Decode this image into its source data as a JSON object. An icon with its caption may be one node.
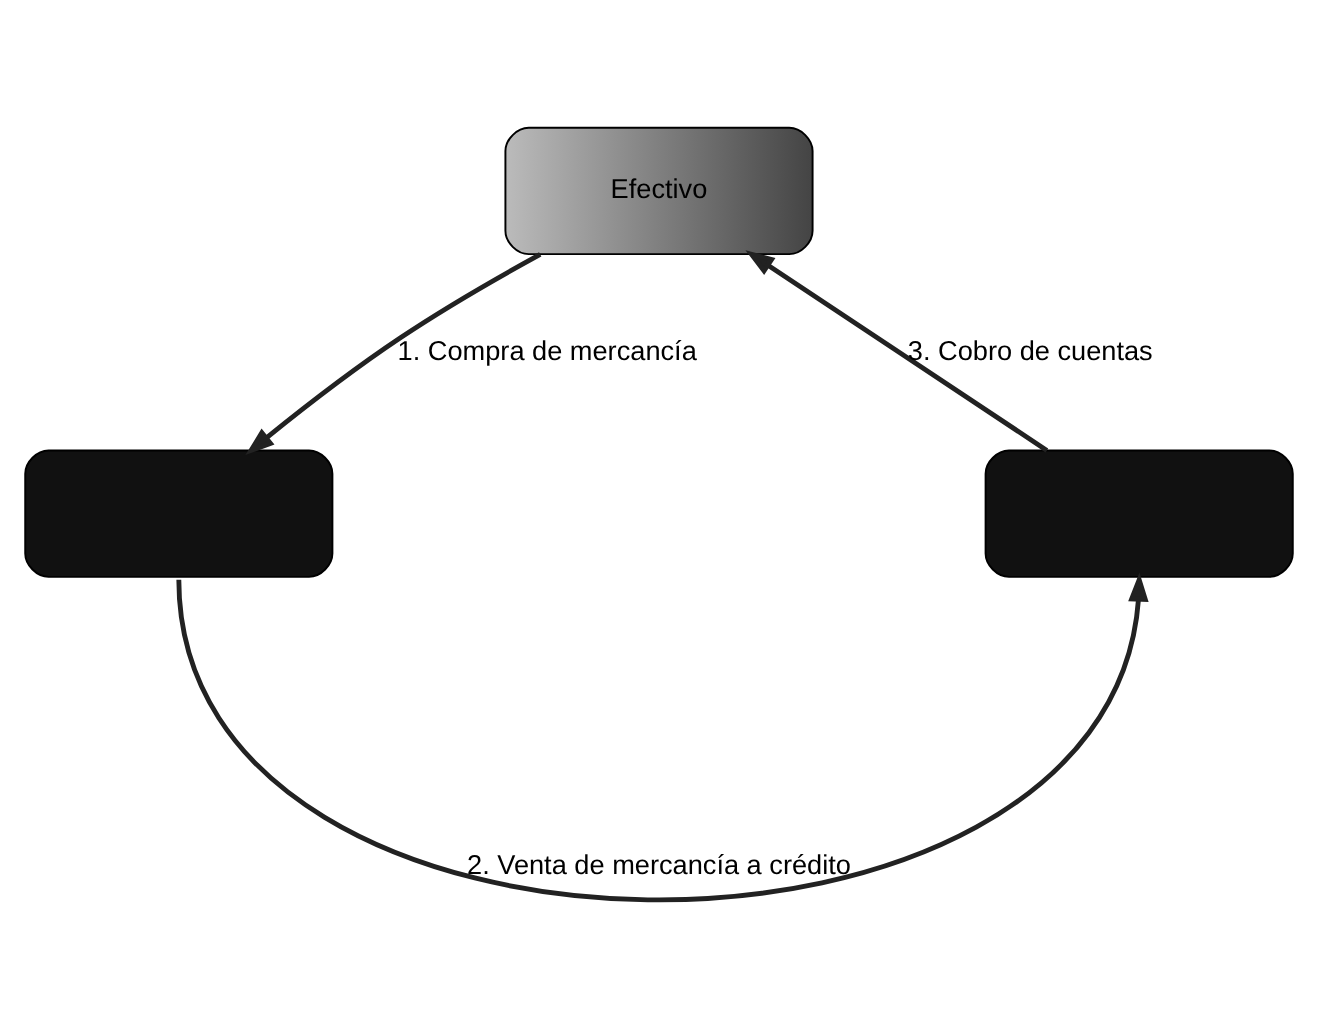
{
  "diagram": {
    "nodes": [
      {
        "text": [
          "Efectivo"
        ]
      },
      {
        "text": [],
        "shape": "box"
      },
      {
        "text": [],
        "shape": "box"
      }
    ],
    "edges": [
      {
        "from": 0,
        "to": 1,
        "arrow": "to",
        "label": "1. Compra de mercancía"
      },
      {
        "from": 1,
        "to": 2,
        "arrow": "to",
        "label": "2. Venta de mercancía a crédito"
      },
      {
        "from": 2,
        "to": 0,
        "arrow": "to",
        "label": "3. Cobro de cuentas"
      }
    ]
  }
}
